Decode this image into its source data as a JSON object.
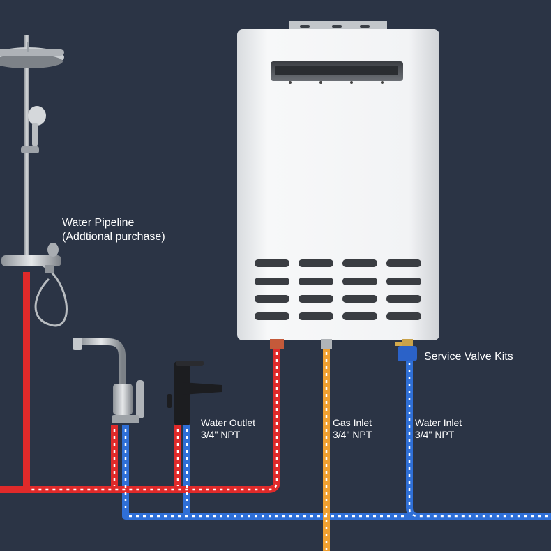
{
  "labels": {
    "water_pipeline": {
      "line1": "Water Pipeline",
      "line2": "(Addtional purchase)"
    },
    "service_valve": "Service Valve Kits",
    "water_outlet": {
      "line1": "Water Outlet",
      "line2": "3/4\" NPT"
    },
    "gas_inlet": {
      "line1": "Gas Inlet",
      "line2": "3/4\" NPT"
    },
    "water_inlet": {
      "line1": "Water Inlet",
      "line2": "3/4\" NPT"
    }
  },
  "colors": {
    "background": "#2b3445",
    "hot_pipe": "#e02a2a",
    "cold_pipe": "#2f6fd6",
    "gas_pipe": "#f0a030",
    "heater_body": "#eef0f2",
    "arrow": "#ffffff"
  }
}
